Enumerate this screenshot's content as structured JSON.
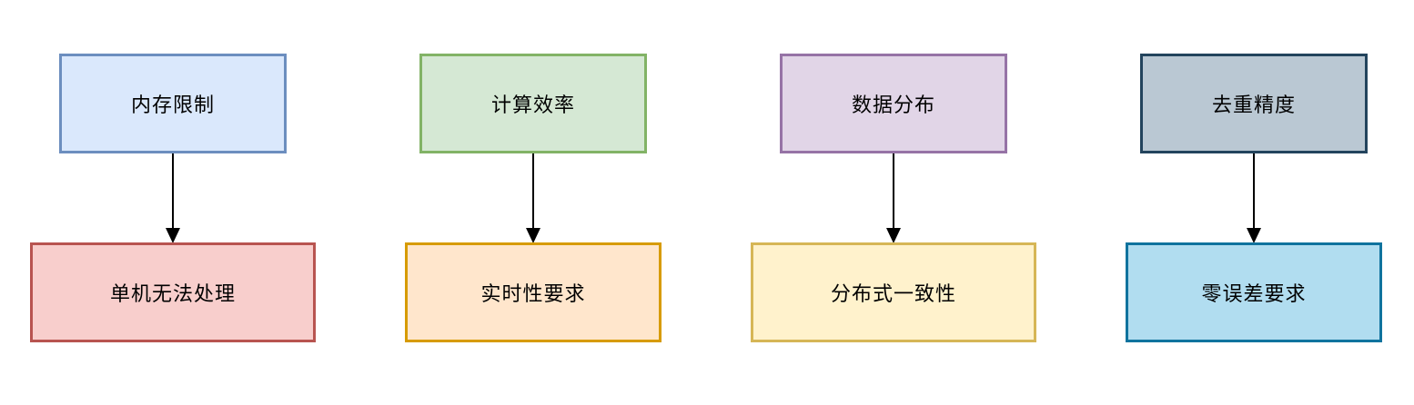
{
  "diagram": {
    "columns": [
      {
        "top": {
          "label": "内存限制",
          "fill": "#dae8fc",
          "stroke": "#6c8ebf"
        },
        "bottom": {
          "label": "单机无法处理",
          "fill": "#f8cecc",
          "stroke": "#b85450"
        }
      },
      {
        "top": {
          "label": "计算效率",
          "fill": "#d5e8d4",
          "stroke": "#82b366"
        },
        "bottom": {
          "label": "实时性要求",
          "fill": "#ffe6cc",
          "stroke": "#d79b00"
        }
      },
      {
        "top": {
          "label": "数据分布",
          "fill": "#e1d5e7",
          "stroke": "#9673a6"
        },
        "bottom": {
          "label": "分布式一致性",
          "fill": "#fff2cc",
          "stroke": "#d6b656"
        }
      },
      {
        "top": {
          "label": "去重精度",
          "fill": "#bac8d3",
          "stroke": "#23445d"
        },
        "bottom": {
          "label": "零误差要求",
          "fill": "#b1ddf0",
          "stroke": "#10739e"
        }
      }
    ],
    "edge_color": "#000000"
  }
}
